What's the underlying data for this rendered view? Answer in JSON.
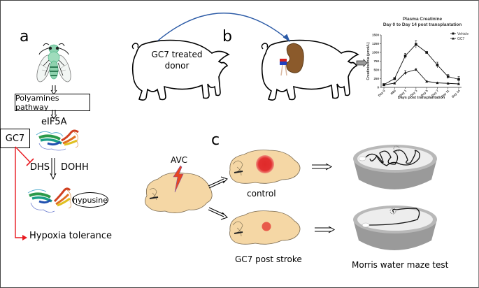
{
  "panels": {
    "a": {
      "letter": "a",
      "polyamines_label": "Polyamines pathway",
      "eif5a_label": "eIF5A",
      "gc7_label": "GC7",
      "dhs_label": "DHS",
      "dohh_label": "DOHH",
      "hypusine_label": "hypusine",
      "outcome_label": "Hypoxia tolerance",
      "inhibition_color": "#e8181e"
    },
    "b": {
      "letter": "b",
      "donor_label": "GC7 treated donor",
      "donor_line1": "GC7 treated",
      "donor_line2": "donor",
      "transfer_arrow_color": "#2b5aa6",
      "kidney_color": "#8b5a2b"
    },
    "c": {
      "letter": "c",
      "stroke_label": "AVC",
      "control_label": "control",
      "treated_label": "GC7 post stroke",
      "test_label": "Morris water maze test",
      "brain_color": "#f5d7a5",
      "lesion_color": "#e02a2a"
    }
  },
  "chart_data": {
    "type": "line",
    "title": "Plasma Creatinine",
    "subtitle": "Day 0 to Day 14 post transplantation",
    "xlabel": "Days post transplantation",
    "ylabel": "Creatininemia (µmol/L)",
    "categories": [
      "Day 0",
      "R60",
      "Day 1",
      "Day 3",
      "Day 5",
      "Day 7",
      "Day 11",
      "Day 14"
    ],
    "ylim": [
      0,
      1500
    ],
    "yticks": [
      0,
      250,
      500,
      750,
      1000,
      1250,
      1500
    ],
    "legend_position": "top-right",
    "series": [
      {
        "name": "Vehicle",
        "marker": "square",
        "values": [
          80,
          250,
          900,
          1230,
          1000,
          640,
          310,
          230
        ],
        "errors": [
          20,
          30,
          70,
          110,
          20,
          80,
          60,
          80
        ]
      },
      {
        "name": "GC7",
        "marker": "triangle",
        "values": [
          70,
          120,
          420,
          510,
          170,
          130,
          115,
          100
        ],
        "errors": [
          15,
          20,
          60,
          30,
          15,
          15,
          15,
          20
        ]
      }
    ]
  }
}
